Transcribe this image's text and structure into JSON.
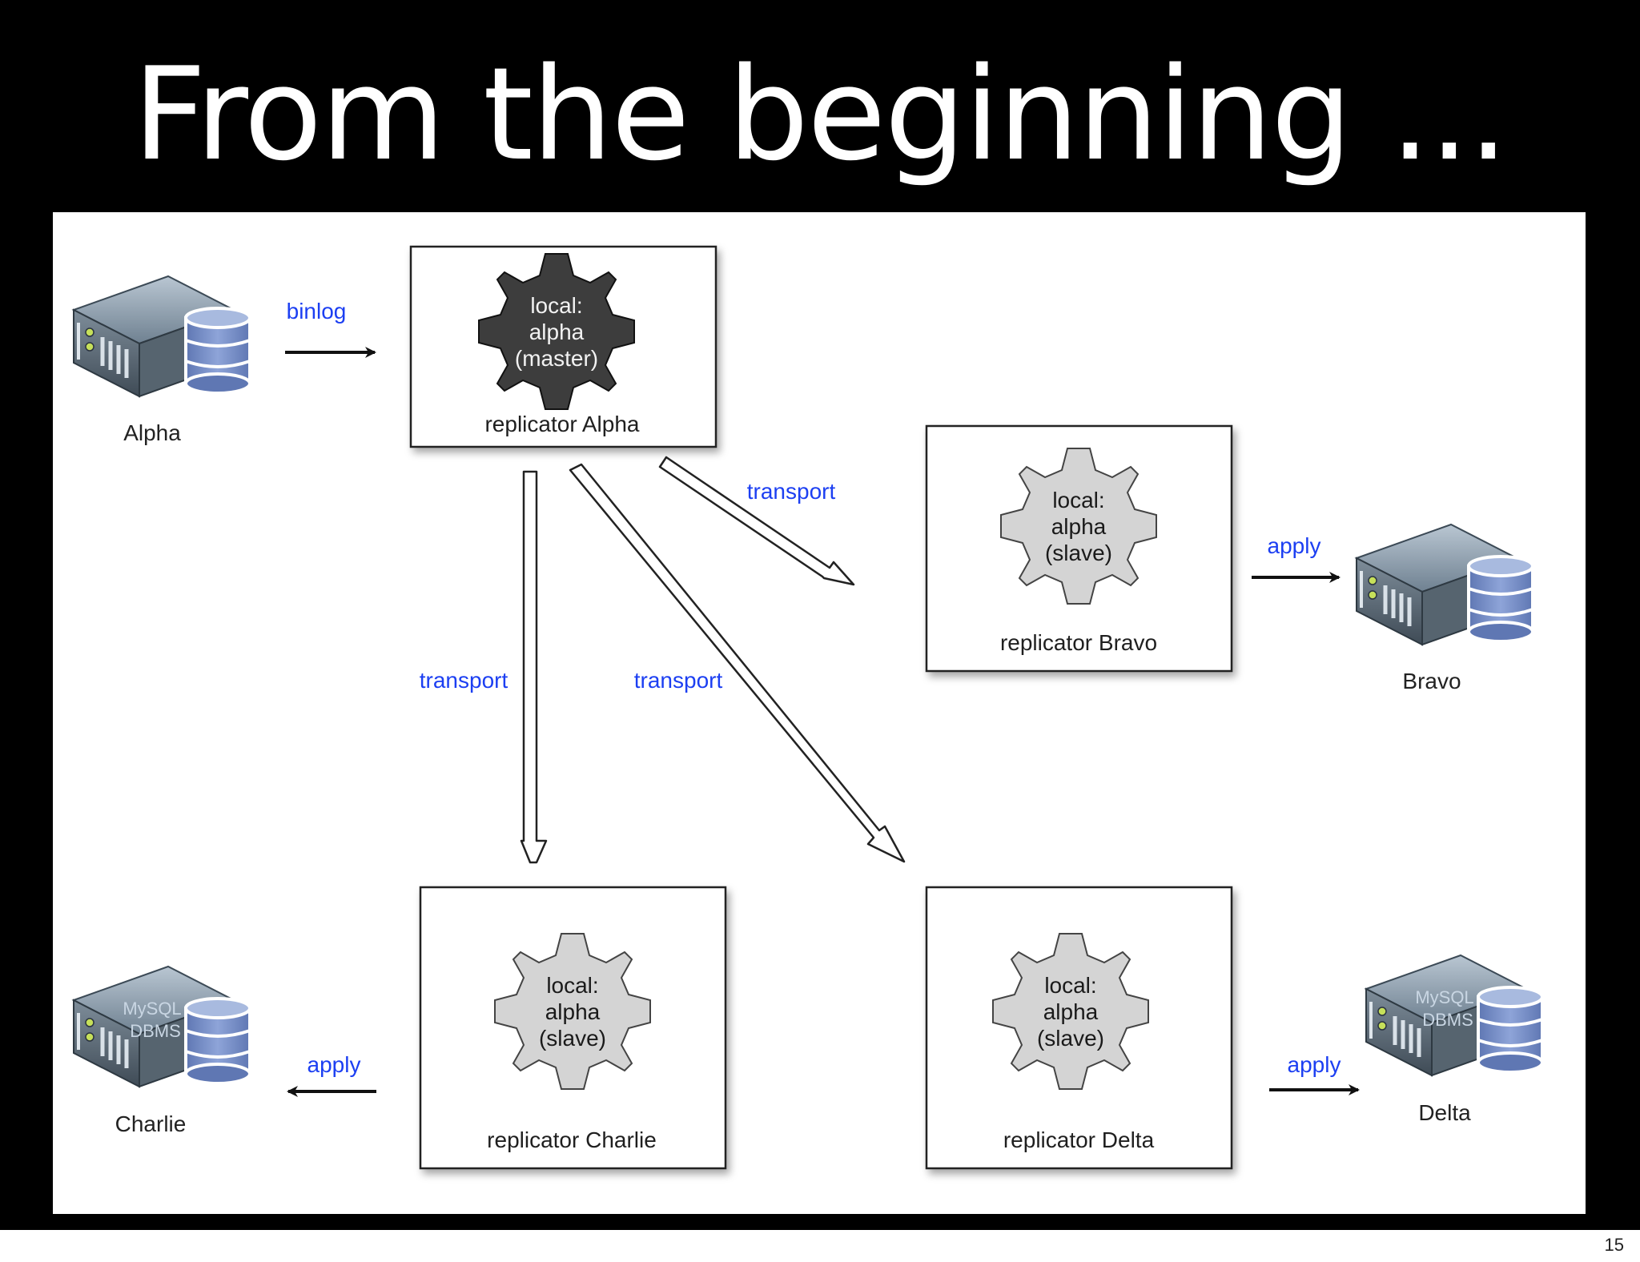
{
  "slide": {
    "title": "From the beginning ...",
    "page_number": "15"
  },
  "servers": {
    "alpha": {
      "name": "Alpha",
      "line1": "",
      "line2": ""
    },
    "bravo": {
      "name": "Bravo",
      "line1": "",
      "line2": ""
    },
    "charlie": {
      "name": "Charlie",
      "line1": "MySQL",
      "line2": "DBMS"
    },
    "delta": {
      "name": "Delta",
      "line1": "MySQL",
      "line2": "DBMS"
    }
  },
  "replicators": {
    "alpha": {
      "label": "replicator Alpha",
      "gear": [
        "local:",
        "alpha",
        "(master)"
      ]
    },
    "bravo": {
      "label": "replicator Bravo",
      "gear": [
        "local:",
        "alpha",
        "(slave)"
      ]
    },
    "charlie": {
      "label": "replicator Charlie",
      "gear": [
        "local:",
        "alpha",
        "(slave)"
      ]
    },
    "delta": {
      "label": "replicator Delta",
      "gear": [
        "local:",
        "alpha",
        "(slave)"
      ]
    }
  },
  "edges": {
    "binlog": "binlog",
    "transport_bravo": "transport",
    "transport_charlie": "transport",
    "transport_delta": "transport",
    "apply_bravo": "apply",
    "apply_charlie": "apply",
    "apply_delta": "apply"
  },
  "colors": {
    "edge_label": "#1c3ff2",
    "gear_master": "#3d3d3d",
    "gear_slave": "#d4d4d4"
  }
}
